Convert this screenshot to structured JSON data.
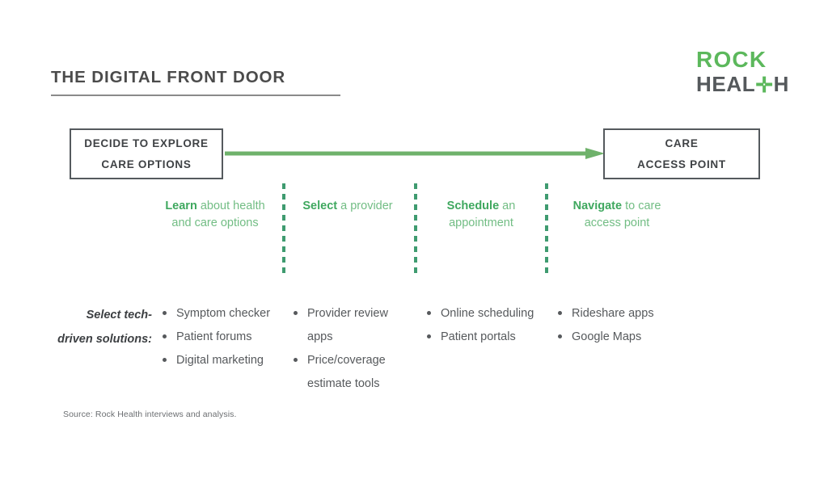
{
  "header": {
    "title": "THE DIGITAL FRONT DOOR",
    "logo": {
      "line1": "ROCK",
      "line2_left": "HEAL",
      "line2_plus": "✛",
      "line2_right": "H"
    }
  },
  "flow": {
    "start_box": {
      "line1": "DECIDE TO EXPLORE",
      "line2": "CARE OPTIONS"
    },
    "end_box": {
      "line1": "CARE",
      "line2": "ACCESS POINT"
    },
    "arrow_icon": "right-arrow-icon"
  },
  "steps": [
    {
      "strong": "Learn",
      "rest": " about health and care options"
    },
    {
      "strong": "Select",
      "rest": " a provider"
    },
    {
      "strong": "Schedule",
      "rest": " an appointment"
    },
    {
      "strong": "Navigate",
      "rest": " to care access point"
    }
  ],
  "solutions": {
    "label": "Select tech-driven solutions:",
    "columns": [
      {
        "items": [
          "Symptom checker",
          "Patient forums",
          "Digital marketing"
        ]
      },
      {
        "items": [
          "Provider review apps",
          "Price/coverage estimate tools"
        ]
      },
      {
        "items": [
          "Online scheduling",
          "Patient portals"
        ]
      },
      {
        "items": [
          "Rideshare apps",
          "Google Maps"
        ]
      }
    ]
  },
  "source": "Source: Rock Health interviews and analysis.",
  "colors": {
    "brand_green": "#5cb85c",
    "arrow_green": "#6fb26b",
    "step_green": "#72bd84",
    "step_strong_green": "#3fa85f",
    "divider_green": "#3f9b70",
    "box_border": "#555a5e",
    "text_dark": "#4a4a4a"
  }
}
